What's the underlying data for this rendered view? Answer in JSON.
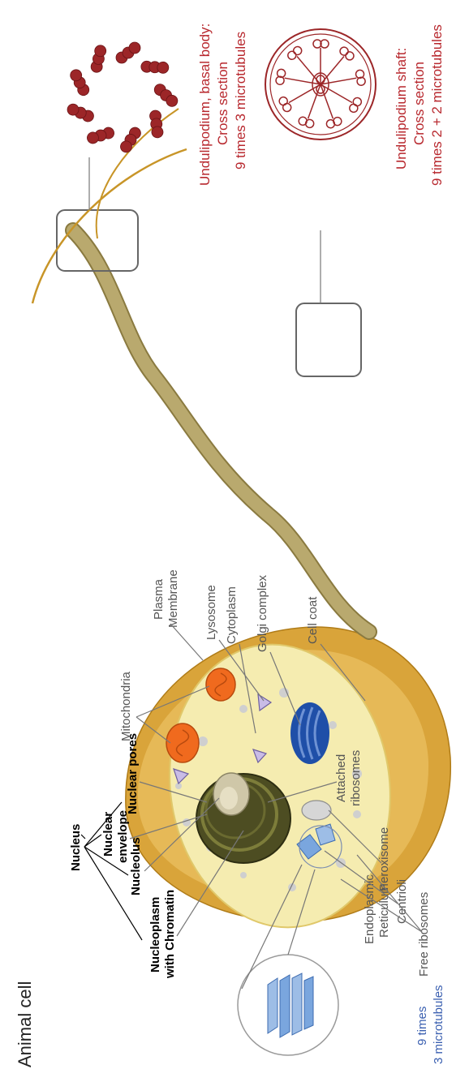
{
  "title": "Animal cell",
  "labels": {
    "nucleus": "Nucleus",
    "nuclear_envelope_1": "Nuclear",
    "nuclear_envelope_2": "envelope",
    "nuclear_pores": "Nuclear pores",
    "nucleolus": "Nucleolus",
    "nucleoplasm_1": "Nucleoplasm",
    "nucleoplasm_2": "with Chromatin",
    "mitochondria": "Mitochondria",
    "plasma_membrane_1": "Plasma",
    "plasma_membrane_2": "Membrane",
    "lysosome": "Lysosome",
    "cytoplasm": "Cytoplasm",
    "golgi": "Golgi complex",
    "cell_coat": "Cell coat",
    "attached_ribosomes_1": "Attached",
    "attached_ribosomes_2": "ribosomes",
    "peroxisome": "Peroxisome",
    "centrioli": "Centrioli",
    "free_ribosomes": "Free ribosomes",
    "er_1": "Endoplasmic",
    "er_2": "Reticulum",
    "centriole_note_1": "9 times",
    "centriole_note_2": "3 microtubules"
  },
  "undulipodium": {
    "basal_1": "Undulipodium, basal body:",
    "basal_2": "Cross section",
    "basal_3": "9 times 3 microtubules",
    "shaft_1": "Undulipodium shaft:",
    "shaft_2": "Cross section",
    "shaft_3": "9 times 2 + 2 microtubules"
  },
  "colors": {
    "cell_fill": "#f5ecb0",
    "cell_coat": "#d9a43a",
    "nucleus": "#5a5a2a",
    "mitochondria": "#f06a1e",
    "golgi": "#1f4fa8",
    "centriole": "#7aa6de",
    "flagellum": "#b9a96e",
    "microtubule_red": "#9c2628",
    "label_red": "#b8282e",
    "label_blue": "#3a5fb0"
  }
}
